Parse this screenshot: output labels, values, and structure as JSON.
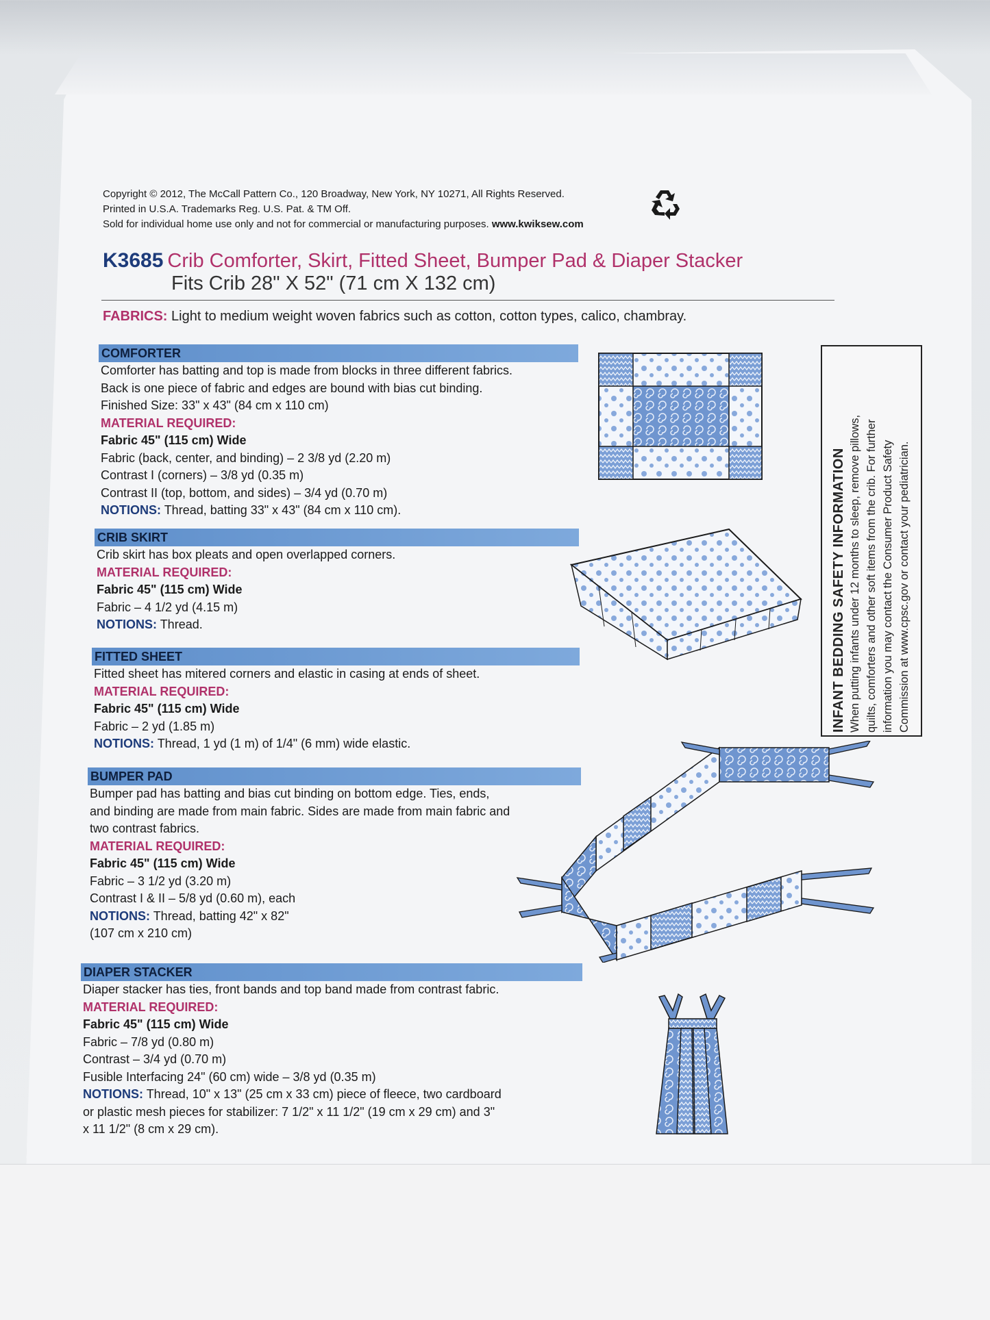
{
  "copyright": {
    "line1": "Copyright © 2012, The McCall Pattern Co., 120 Broadway, New York, NY 10271, All Rights Reserved.",
    "line2": "Printed in U.S.A. Trademarks Reg. U.S. Pat. & TM Off.",
    "line3_text": "Sold for individual home use only and not for commercial or manufacturing purposes.",
    "line3_url": "www.kwiksew.com"
  },
  "header": {
    "pattern_number": "K3685",
    "title": "Crib Comforter, Skirt, Fitted Sheet, Bumper Pad & Diaper Stacker",
    "subtitle": "Fits Crib 28\" X 52\" (71 cm X 132 cm)"
  },
  "fabrics": {
    "label": "FABRICS:",
    "text": "Light to medium weight woven fabrics such as cotton, cotton types, calico, chambray."
  },
  "sections": {
    "comforter": {
      "heading": "COMFORTER",
      "desc1": "Comforter has batting and top is made from blocks in three different fabrics.",
      "desc2": "Back is one piece of fabric and edges are bound with bias cut binding.",
      "desc3": "Finished Size: 33\" x 43\" (84 cm x 110 cm)",
      "req_label": "MATERIAL REQUIRED:",
      "width_label": "Fabric 45\" (115 cm) Wide",
      "items": [
        "Fabric (back, center, and binding) – 2 3/8 yd (2.20 m)",
        "Contrast I (corners) – 3/8 yd (0.35 m)",
        "Contrast II (top, bottom, and sides) – 3/4 yd (0.70 m)"
      ],
      "notions_label": "NOTIONS:",
      "notions": "Thread, batting 33\" x 43\" (84 cm x 110 cm)."
    },
    "crib_skirt": {
      "heading": "CRIB SKIRT",
      "desc1": "Crib skirt has box pleats and open overlapped corners.",
      "req_label": "MATERIAL REQUIRED:",
      "width_label": "Fabric 45\" (115 cm) Wide",
      "items": [
        "Fabric – 4 1/2 yd (4.15 m)"
      ],
      "notions_label": "NOTIONS:",
      "notions": "Thread."
    },
    "fitted_sheet": {
      "heading": "FITTED SHEET",
      "desc1": "Fitted sheet has mitered corners and elastic in casing at ends of sheet.",
      "req_label": "MATERIAL REQUIRED:",
      "width_label": "Fabric 45\" (115 cm) Wide",
      "items": [
        "Fabric – 2 yd (1.85 m)"
      ],
      "notions_label": "NOTIONS:",
      "notions": "Thread, 1 yd (1 m) of 1/4\" (6 mm) wide elastic."
    },
    "bumper_pad": {
      "heading": "BUMPER PAD",
      "desc1": "Bumper pad has batting and bias cut binding on bottom edge. Ties, ends,",
      "desc2": "and binding are made from main fabric. Sides are made from main fabric and",
      "desc3": "two contrast fabrics.",
      "req_label": "MATERIAL REQUIRED:",
      "width_label": "Fabric 45\" (115 cm) Wide",
      "items": [
        "Fabric – 3 1/2 yd (3.20 m)",
        "Contrast I & II – 5/8 yd (0.60 m), each"
      ],
      "notions_label": "NOTIONS:",
      "notions": "Thread, batting 42\" x 82\"",
      "notions2": "(107 cm x 210 cm)"
    },
    "diaper_stacker": {
      "heading": "DIAPER STACKER",
      "desc1": "Diaper stacker has ties, front bands and top band made from contrast fabric.",
      "req_label": "MATERIAL REQUIRED:",
      "width_label": "Fabric 45\" (115 cm) Wide",
      "items": [
        "Fabric – 7/8 yd (0.80 m)",
        "Contrast – 3/4 yd (0.70 m)",
        "Fusible Interfacing 24\" (60 cm) wide – 3/8 yd (0.35 m)"
      ],
      "notions_label": "NOTIONS:",
      "notions": "Thread, 10\" x 13\" (25 cm x 33 cm) piece of fleece, two cardboard",
      "notions2": "or plastic mesh pieces for stabilizer: 7 1/2\" x 11 1/2\" (19 cm x 29 cm) and 3\"",
      "notions3": "x 11 1/2\" (8 cm x 29 cm)."
    }
  },
  "safety": {
    "title": "INFANT BEDDING SAFETY INFORMATION",
    "line1": "When putting infants under 12 months to sleep, remove pillows,",
    "line2": "quilts, comforters and other soft items from the crib. For further",
    "line3": "information you may contact the Consumer Product Safety",
    "line4": "Commission at www.cpsc.gov or contact your pediatrician."
  },
  "colors": {
    "magenta": "#b0316a",
    "navy": "#1d3b7a",
    "section_bar": "#6b98d1",
    "fabric_blue": "#6f95cf"
  }
}
